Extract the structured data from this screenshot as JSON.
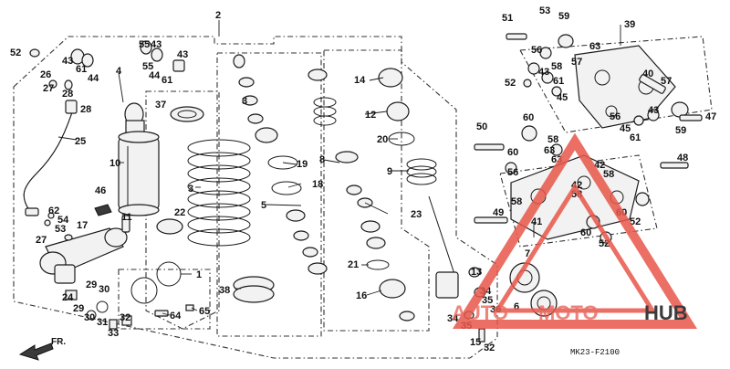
{
  "diagram": {
    "drawing_code": "MK23-F2100",
    "front_arrow_label": "FR.",
    "watermark": {
      "prefix": "AUTO",
      "middle": "MOTO",
      "suffix": "HUB",
      "accent_color": "#e8574a"
    }
  }
}
